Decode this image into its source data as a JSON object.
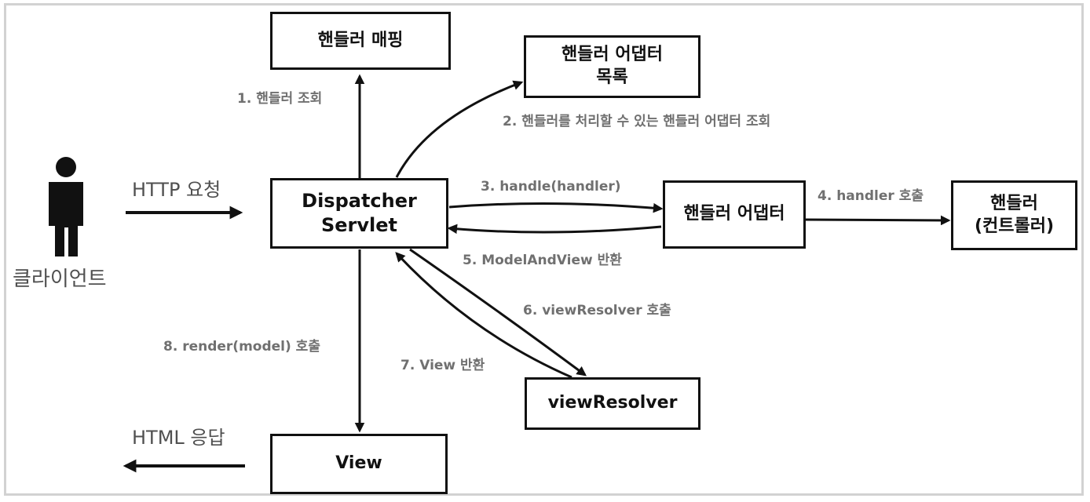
{
  "boxes": {
    "handler_mapping": "핸들러 매핑",
    "handler_adapter_list_line1": "핸들러 어댑터",
    "handler_adapter_list_line2": "목록",
    "dispatcher_line1": "Dispatcher",
    "dispatcher_line2": "Servlet",
    "handler_adapter": "핸들러 어댑터",
    "handler_line1": "핸들러",
    "handler_line2": "(컨트롤러)",
    "view_resolver": "viewResolver",
    "view": "View"
  },
  "labels": {
    "step1": "1. 핸들러 조회",
    "step2": "2. 핸들러를 처리할 수 있는 핸들러 어댑터 조회",
    "step3": "3. handle(handler)",
    "step4": "4. handler 호출",
    "step5": "5. ModelAndView 반환",
    "step6": "6. viewResolver 호출",
    "step7": "7. View 반환",
    "step8": "8. render(model) 호출"
  },
  "client": {
    "label": "클라이언트",
    "icon": "person-icon"
  },
  "io": {
    "request": "HTTP 요청",
    "response": "HTML 응답"
  },
  "colors": {
    "line": "#111111",
    "label": "#707070",
    "frame": "#d2d2d2"
  }
}
